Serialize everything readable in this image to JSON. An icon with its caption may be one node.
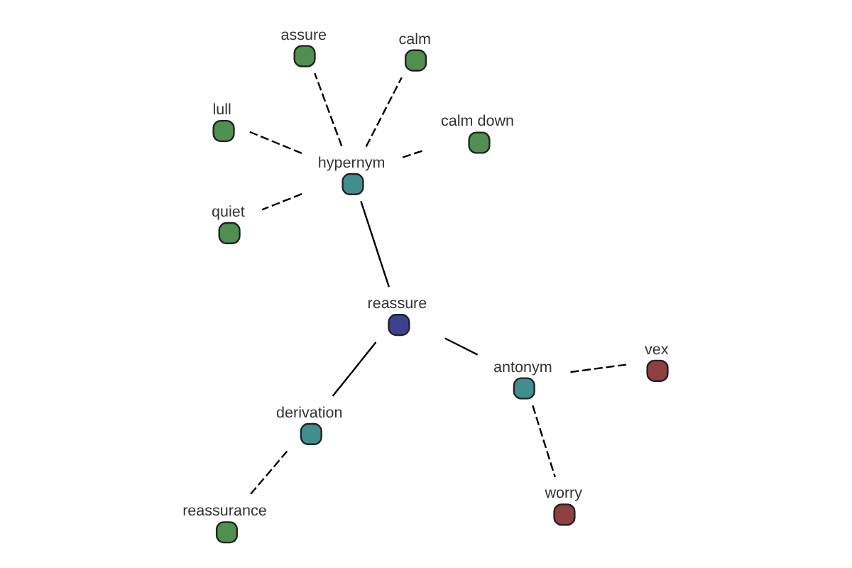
{
  "diagram": {
    "nodes": [
      {
        "text": [
          "assure"
        ]
      },
      {
        "text": [
          "calm down"
        ]
      },
      {
        "text": [
          "quiet"
        ]
      },
      {
        "text": [
          "hypernym"
        ]
      },
      {
        "text": [
          "vex"
        ]
      },
      {
        "text": [
          "calm"
        ]
      },
      {
        "text": [
          "antonym"
        ]
      },
      {
        "text": [
          "reassure"
        ]
      },
      {
        "text": [
          "lull"
        ]
      },
      {
        "text": [
          "worry"
        ]
      },
      {
        "text": [
          "derivation"
        ]
      },
      {
        "text": [
          "reassurance"
        ]
      }
    ],
    "edges": [
      {
        "from": 7,
        "to": 6,
        "arrow": "none"
      },
      {
        "from": 7,
        "to": 3,
        "arrow": "none"
      },
      {
        "from": 7,
        "to": 10,
        "arrow": "none"
      },
      {
        "from": 6,
        "to": 4,
        "arrow": "none",
        "style": "dashed"
      },
      {
        "from": 6,
        "to": 9,
        "arrow": "none",
        "style": "dashed"
      },
      {
        "from": 3,
        "to": 0,
        "arrow": "none",
        "style": "dashed"
      },
      {
        "from": 3,
        "to": 1,
        "arrow": "none",
        "style": "dashed"
      },
      {
        "from": 3,
        "to": 2,
        "arrow": "none",
        "style": "dashed"
      },
      {
        "from": 3,
        "to": 5,
        "arrow": "none",
        "style": "dashed"
      },
      {
        "from": 3,
        "to": 8,
        "arrow": "none",
        "style": "dashed"
      },
      {
        "from": 10,
        "to": 11,
        "arrow": "none",
        "style": "dashed"
      }
    ]
  }
}
